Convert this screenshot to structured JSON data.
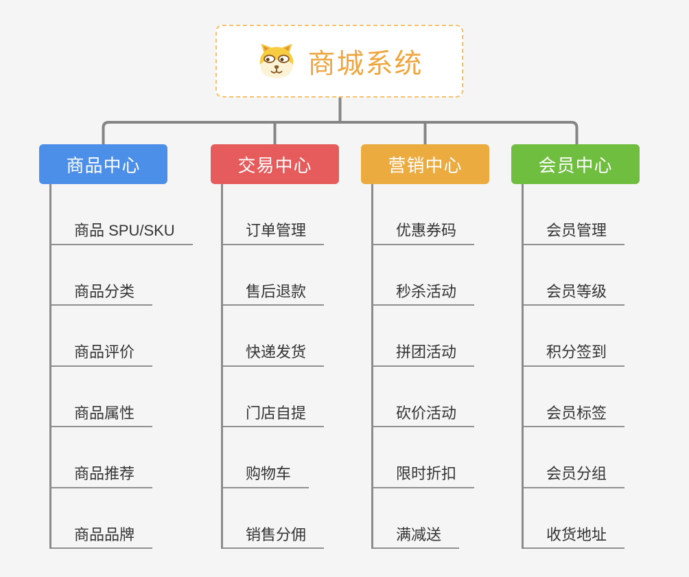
{
  "root": {
    "title": "商城系统",
    "icon": "dog-face-icon"
  },
  "branches": [
    {
      "label": "商品中心",
      "color": "#4b8fe8",
      "items": [
        "商品 SPU/SKU",
        "商品分类",
        "商品评价",
        "商品属性",
        "商品推荐",
        "商品品牌"
      ]
    },
    {
      "label": "交易中心",
      "color": "#e65c5c",
      "items": [
        "订单管理",
        "售后退款",
        "快递发货",
        "门店自提",
        "购物车",
        "销售分佣"
      ]
    },
    {
      "label": "营销中心",
      "color": "#ebab3f",
      "items": [
        "优惠券码",
        "秒杀活动",
        "拼团活动",
        "砍价活动",
        "限时折扣",
        "满减送"
      ]
    },
    {
      "label": "会员中心",
      "color": "#6fbe3f",
      "items": [
        "会员管理",
        "会员等级",
        "积分签到",
        "会员标签",
        "会员分组",
        "收货地址"
      ]
    }
  ],
  "colors": {
    "canvas_background": "#f5f5f6",
    "root_border": "#f6c169",
    "root_title_text": "#f0a63e",
    "connector_line": "#858585",
    "item_underline": "#8f8f8f",
    "item_text": "#333333",
    "header_text": "#ffffff"
  }
}
